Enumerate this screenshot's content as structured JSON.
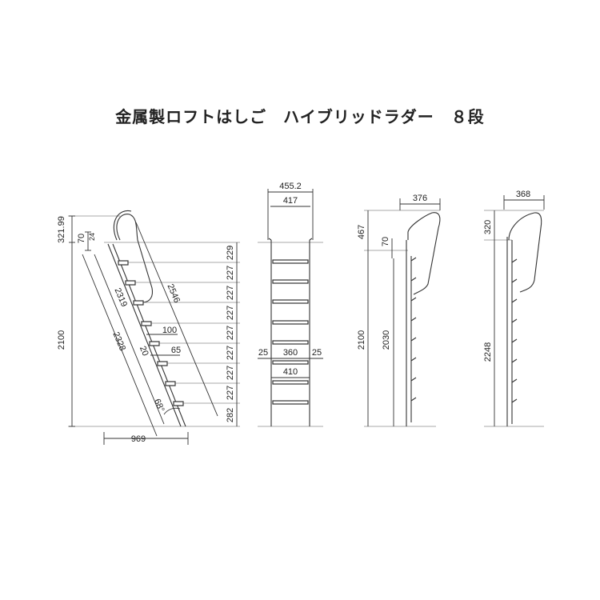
{
  "title": "金属製ロフトはしご　ハイブリッドラダー　８段",
  "side_view": {
    "heights": [
      "321.99",
      "70",
      "2100"
    ],
    "rung_spacings": [
      "229",
      "227",
      "227",
      "227",
      "227",
      "227",
      "227",
      "227",
      "282"
    ],
    "lengths": [
      "2546",
      "2319",
      "2328"
    ],
    "base_width": "969",
    "angle": "68°",
    "detail": [
      "100",
      "20",
      "65"
    ],
    "small": "24"
  },
  "front_view": {
    "top_widths": [
      "455.2",
      "417"
    ],
    "mid_widths": [
      "25",
      "360",
      "25"
    ],
    "bottom_width": "410"
  },
  "right_view_1": {
    "width": "376",
    "heights": [
      "467",
      "70",
      "2100",
      "2030"
    ]
  },
  "right_view_2": {
    "width": "368",
    "heights": [
      "320",
      "2248"
    ]
  }
}
